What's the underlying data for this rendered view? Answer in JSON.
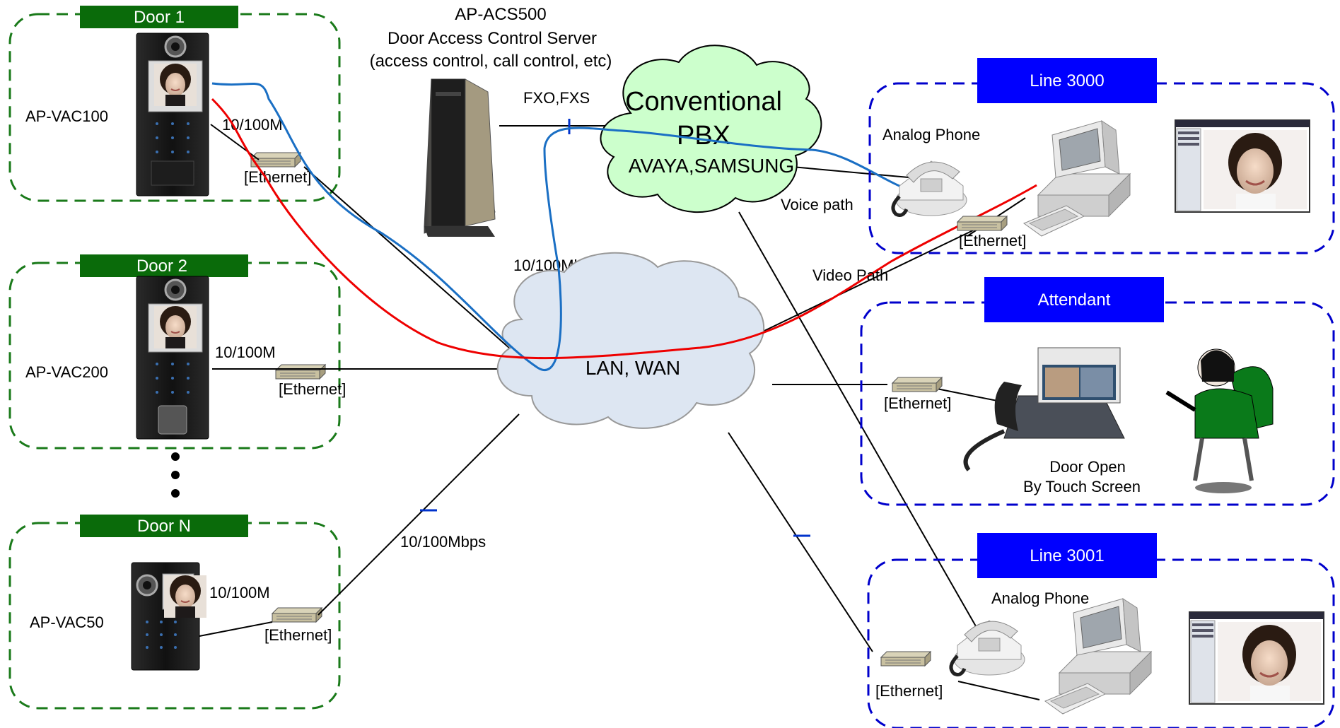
{
  "server": {
    "model": "AP-ACS500",
    "title": "Door Access Control Server",
    "subtitle": "(access control, call control, etc)",
    "port_label": "FXO,FXS",
    "link_label": "10/100Mbps"
  },
  "pbx": {
    "title": "Conventional",
    "subtitle": "PBX",
    "brands": "AVAYA,SAMSUNG"
  },
  "network": {
    "label": "LAN, WAN",
    "voice_path": "Voice path",
    "video_path": "Video Path"
  },
  "doors": [
    {
      "header": "Door 1",
      "model": "AP-VAC100",
      "speed": "10/100M",
      "ethernet": "[Ethernet]"
    },
    {
      "header": "Door 2",
      "model": "AP-VAC200",
      "speed": "10/100M",
      "ethernet": "[Ethernet]"
    },
    {
      "header": "Door N",
      "model": "AP-VAC50",
      "speed": "10/100M",
      "ethernet": "[Ethernet]",
      "link_label": "10/100Mbps"
    }
  ],
  "lines": [
    {
      "header": "Line 3000",
      "phone_label": "Analog Phone",
      "ethernet": "[Ethernet]"
    },
    {
      "header": "Line 3001",
      "phone_label": "Analog Phone",
      "ethernet": "[Ethernet]"
    }
  ],
  "attendant": {
    "header": "Attendant",
    "ethernet": "[Ethernet]",
    "action_line1": "Door Open",
    "action_line2": "By Touch Screen"
  },
  "colors": {
    "door_group": "#1a7a1a",
    "door_header": "#0a6b0a",
    "line_group": "#0000cc",
    "line_header": "#0000ff",
    "cloud_pbx": "#ccffcc",
    "cloud_lan": "#dde6f2",
    "video_path": "#ee0000",
    "voice_path": "#1a6fc4",
    "cable": "#000000"
  }
}
